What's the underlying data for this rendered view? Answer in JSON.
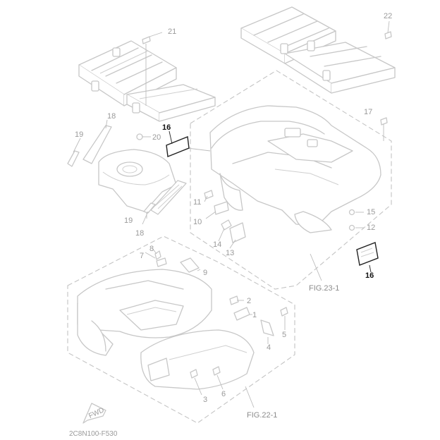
{
  "diagram": {
    "callouts": {
      "c1": "1",
      "c2": "2",
      "c3": "3",
      "c4": "4",
      "c5": "5",
      "c6": "6",
      "c7": "7",
      "c8": "8",
      "c9": "9",
      "c10": "10",
      "c11": "11",
      "c12": "12",
      "c13": "13",
      "c14": "14",
      "c15": "15",
      "c16a": "16",
      "c16b": "16",
      "c17": "17",
      "c18a": "18",
      "c18b": "18",
      "c19a": "19",
      "c19b": "19",
      "c20": "20",
      "c21": "21",
      "c22": "22"
    },
    "figure_refs": {
      "rear_fender": "FIG.23-1",
      "front_fender": "FIG.22-1"
    },
    "drawing_code": "2C8N100-F530",
    "fwd_marker": "FWD",
    "colors": {
      "line": "#c7c7c7",
      "highlight": "#111111",
      "text": "#9a9a9a"
    }
  }
}
